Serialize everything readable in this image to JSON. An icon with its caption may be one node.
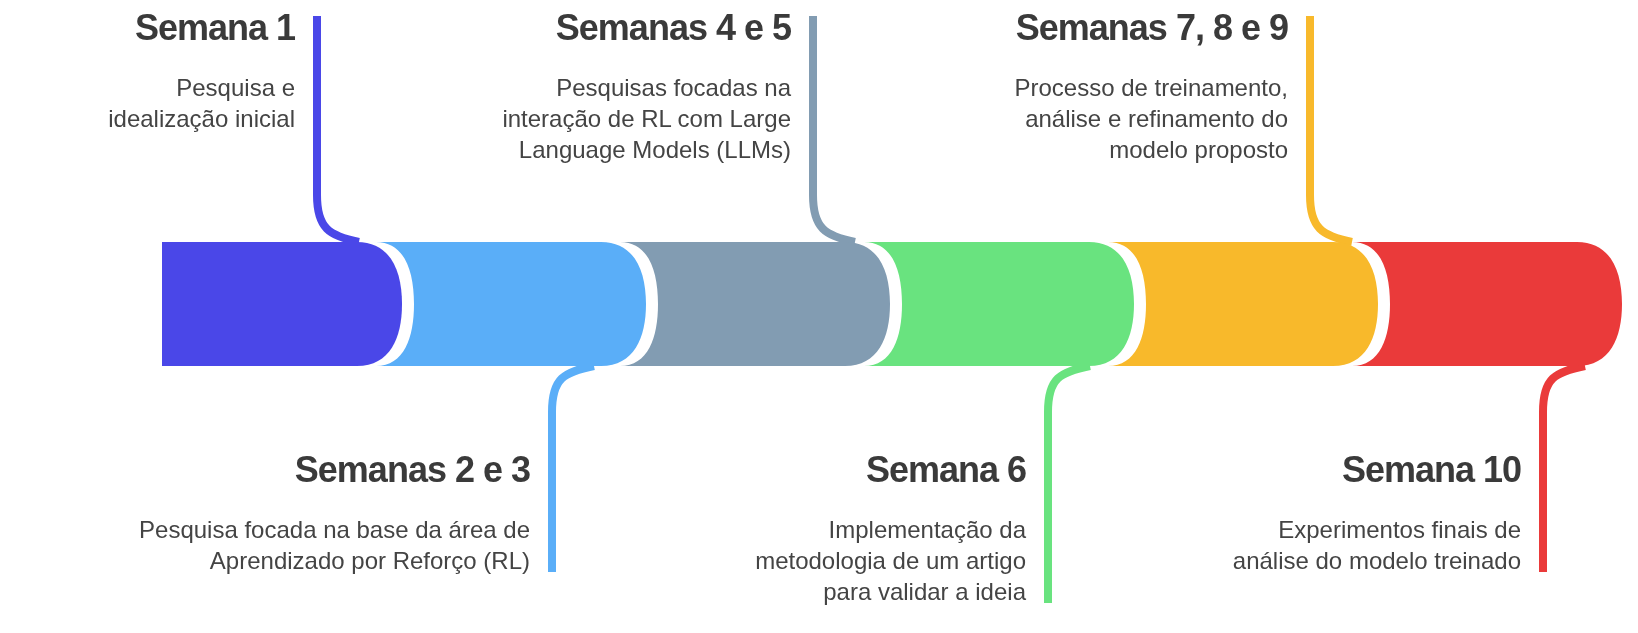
{
  "diagram": {
    "nodes": [
      {
        "text": [
          "Semana 1",
          "Pesquisa e idealização inicial"
        ]
      },
      {
        "text": [
          "Semanas 2 e 3",
          "Pesquisa focada na base da área de Aprendizado por Reforço (RL)"
        ]
      },
      {
        "text": [
          "Semanas 4 e 5",
          "Pesquisas focadas na interação de RL com Large Language Models (LLMs)"
        ]
      },
      {
        "text": [
          "Semana 6",
          "Implementação da metodologia de um artigo para validar a ideia"
        ]
      },
      {
        "text": [
          "Semanas 7, 8 e 9",
          "Processo de treinamento, análise e refinamento do modelo proposto"
        ]
      },
      {
        "text": [
          "Semana 10",
          "Experimentos finais de análise do modelo treinado"
        ]
      },
      {
        "text": [],
        "shape": "bar"
      },
      {
        "text": [],
        "shape": "bar"
      },
      {
        "text": [],
        "shape": "bar"
      },
      {
        "text": [],
        "shape": "bar"
      },
      {
        "text": [],
        "shape": "bar"
      },
      {
        "text": [],
        "shape": "bar"
      }
    ],
    "edges": [
      {
        "from": 0,
        "to": 6,
        "arrow": "none",
        "color": "#4a47e8"
      },
      {
        "from": 1,
        "to": 7,
        "arrow": "none",
        "color": "#5aaef8"
      },
      {
        "from": 2,
        "to": 8,
        "arrow": "none",
        "color": "#829cb2"
      },
      {
        "from": 3,
        "to": 9,
        "arrow": "none",
        "color": "#69e37f"
      },
      {
        "from": 4,
        "to": 10,
        "arrow": "none",
        "color": "#f8b92b"
      },
      {
        "from": 5,
        "to": 11,
        "arrow": "none",
        "color": "#ea3a3a"
      }
    ]
  }
}
